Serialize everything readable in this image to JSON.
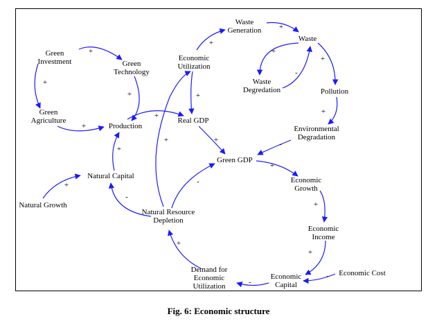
{
  "caption": "Fig. 6: Economic structure",
  "colors": {
    "arrow": "#1a1aff",
    "text": "#000000"
  },
  "nodes": {
    "green_investment": [
      "Green",
      "Investment"
    ],
    "green_technology": [
      "Green",
      "Technology"
    ],
    "green_agriculture": [
      "Green",
      "Agriculture"
    ],
    "production": [
      "Production"
    ],
    "economic_utilization": [
      "Economic",
      "Utilization"
    ],
    "real_gdp": [
      "Real GDP"
    ],
    "waste_generation": [
      "Waste",
      "Generation"
    ],
    "waste": [
      "Waste"
    ],
    "waste_degradation": [
      "Waste",
      "Degredation"
    ],
    "pollution": [
      "Pollution"
    ],
    "environmental_degradation": [
      "Environmental",
      "Degradation"
    ],
    "green_gdp": [
      "Green GDP"
    ],
    "economic_growth": [
      "Economic",
      "Growth"
    ],
    "economic_income": [
      "Economic",
      "Income"
    ],
    "economic_cost": [
      "Economic Cost"
    ],
    "economic_capital": [
      "Economic",
      "Capital"
    ],
    "demand_for_economic_utilization": [
      "Demand for",
      "Economic",
      "Utilization"
    ],
    "natural_resource_depletion": [
      "Natural Resource",
      "Depletion"
    ],
    "natural_capital": [
      "Natural Capital"
    ],
    "natural_growth": [
      "Natural Growth"
    ]
  },
  "links": [
    {
      "from": "green_investment",
      "to": "green_technology",
      "sign": "+"
    },
    {
      "from": "green_investment",
      "to": "green_agriculture",
      "sign": "+"
    },
    {
      "from": "green_technology",
      "to": "production",
      "sign": "+"
    },
    {
      "from": "green_agriculture",
      "to": "production",
      "sign": "+"
    },
    {
      "from": "production",
      "to": "real_gdp",
      "sign": "+"
    },
    {
      "from": "economic_utilization",
      "to": "waste_generation",
      "sign": "+"
    },
    {
      "from": "economic_utilization",
      "to": "real_gdp",
      "sign": "+"
    },
    {
      "from": "waste_generation",
      "to": "waste",
      "sign": "+"
    },
    {
      "from": "waste",
      "to": "waste_degradation",
      "sign": "+"
    },
    {
      "from": "waste_degradation",
      "to": "waste",
      "sign": "-"
    },
    {
      "from": "waste",
      "to": "pollution",
      "sign": "+"
    },
    {
      "from": "pollution",
      "to": "environmental_degradation",
      "sign": "+"
    },
    {
      "from": "environmental_degradation",
      "to": "green_gdp",
      "sign": "-"
    },
    {
      "from": "real_gdp",
      "to": "green_gdp",
      "sign": "+"
    },
    {
      "from": "green_gdp",
      "to": "economic_growth",
      "sign": "+"
    },
    {
      "from": "economic_growth",
      "to": "economic_income",
      "sign": "+"
    },
    {
      "from": "economic_income",
      "to": "economic_capital",
      "sign": "+"
    },
    {
      "from": "economic_cost",
      "to": "economic_capital",
      "sign": "-"
    },
    {
      "from": "economic_capital",
      "to": "demand_for_economic_utilization",
      "sign": "-"
    },
    {
      "from": "demand_for_economic_utilization",
      "to": "natural_resource_depletion",
      "sign": "+"
    },
    {
      "from": "natural_resource_depletion",
      "to": "green_gdp",
      "sign": "-"
    },
    {
      "from": "natural_resource_depletion",
      "to": "natural_capital",
      "sign": "-"
    },
    {
      "from": "natural_resource_depletion",
      "to": "economic_utilization",
      "sign": "+"
    },
    {
      "from": "natural_growth",
      "to": "natural_capital",
      "sign": "+"
    },
    {
      "from": "natural_capital",
      "to": "production",
      "sign": "+"
    }
  ]
}
